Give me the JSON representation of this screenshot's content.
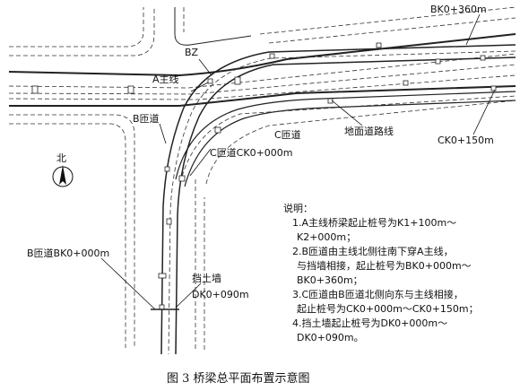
{
  "labels": {
    "bk_end": "BK0+360m",
    "bz": "BZ",
    "a_mainline": "A主线",
    "b_ramp": "B匝道",
    "c_ramp": "C匝道",
    "ground_road": "地面道路线",
    "ck_end": "CK0+150m",
    "ck_start": "C匝道CK0+000m",
    "north": "北",
    "bk_start": "B匝道BK0+000m",
    "retaining_wall": "挡土墙",
    "dk_end": "DK0+090m"
  },
  "notes": {
    "heading": "说明：",
    "lines": [
      "1.A主线桥梁起止桩号为K1+100m～",
      "K2+000m；",
      "2.B匝道由主线北侧往南下穿A主线，",
      "与挡墙相接，起止桩号为BK0+000m～",
      "BK0+360m；",
      "3.C匝道由B匝道北侧向东与主线相接，",
      "起止桩号为CK0+000m～CK0+150m；",
      "4.挡土墙起止桩号为DK0+000m～",
      "DK0+090m。"
    ]
  },
  "caption": "图 3    桥梁总平面布置示意图",
  "icons": {
    "north_arrow": "north-arrow-icon"
  }
}
